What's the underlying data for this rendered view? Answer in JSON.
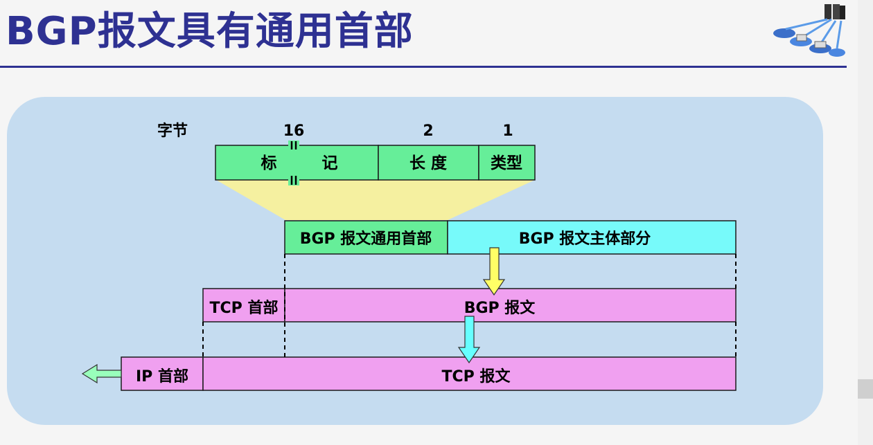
{
  "title": "BGP报文具有通用首部",
  "diagram": {
    "bytes_label": "字节",
    "header": {
      "fields": [
        {
          "label": "标",
          "bytes": "16",
          "color": "#66ee99"
        },
        {
          "label": "记",
          "color": "#66ee99"
        },
        {
          "label": "长 度",
          "bytes": "2",
          "color": "#66ee99"
        },
        {
          "label": "类型",
          "bytes": "1",
          "color": "#66ee99"
        }
      ]
    },
    "bgp_header_label": "BGP 报文通用首部",
    "bgp_body_label": "BGP 报文主体部分",
    "tcp_header_label": "TCP 首部",
    "bgp_message_label": "BGP 报文",
    "ip_header_label": "IP 首部",
    "tcp_message_label": "TCP 报文",
    "colors": {
      "panel": "#c5dcf0",
      "green": "#66ee99",
      "cyan": "#77fafa",
      "pink": "#f0a0f0",
      "yellow_funnel": "#f5f0a0",
      "yellow_arrow": "#ffff66",
      "cyan_arrow": "#66ffff",
      "green_arrow": "#99ffbb"
    }
  }
}
